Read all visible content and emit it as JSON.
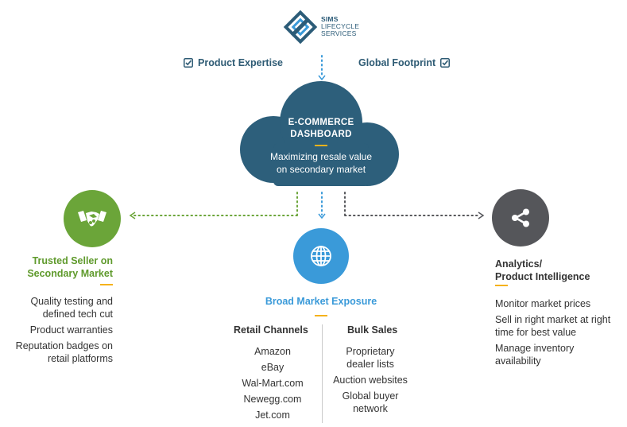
{
  "logo": {
    "line1": "SIMS",
    "line2": "LIFECYCLE",
    "line3": "SERVICES"
  },
  "inputs": {
    "left": "Product Expertise",
    "right": "Global Footprint"
  },
  "dashboard": {
    "title_line1": "E-COMMERCE",
    "title_line2": "DASHBOARD",
    "subtitle_line1": "Maximizing resale value",
    "subtitle_line2": "on secondary market"
  },
  "trusted_seller": {
    "heading_line1": "Trusted Seller on",
    "heading_line2": "Secondary Market",
    "items": [
      [
        "Quality testing and",
        "defined tech cut"
      ],
      [
        "Product warranties"
      ],
      [
        "Reputation badges on",
        "retail platforms"
      ]
    ]
  },
  "broad_market": {
    "heading": "Broad Market Exposure",
    "retail_heading": "Retail Channels",
    "retail_items": [
      "Amazon",
      "eBay",
      "Wal-Mart.com",
      "Newegg.com",
      "Jet.com"
    ],
    "bulk_heading": "Bulk Sales",
    "bulk_items": [
      [
        "Proprietary",
        "dealer lists"
      ],
      [
        "Auction websites"
      ],
      [
        "Global buyer",
        "network"
      ]
    ]
  },
  "analytics": {
    "heading_line1": "Analytics/",
    "heading_line2": "Product Intelligence",
    "items": [
      [
        "Monitor market prices"
      ],
      [
        "Sell in right market at right",
        "time for best value"
      ],
      [
        "Manage inventory",
        "availability"
      ]
    ]
  },
  "colors": {
    "navy": "#2e5b74",
    "cloud": "#2d5f7b",
    "green": "#6ba539",
    "blue": "#3a9ad9",
    "gray": "#55565a",
    "accent": "#f5b21b"
  },
  "icons": {
    "trusted_seller": "handshake-icon",
    "broad_market": "globe-icon",
    "analytics": "share-nodes-icon",
    "inputs": "checkbox-check-icon"
  }
}
